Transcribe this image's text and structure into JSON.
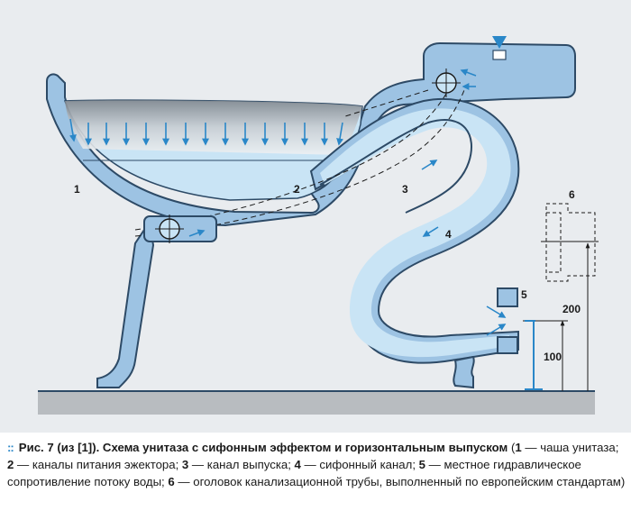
{
  "figure": {
    "labels": {
      "l1": "1",
      "l2": "2",
      "l3": "3",
      "l4": "4",
      "l5": "5",
      "l6": "6",
      "dim_200": "200",
      "dim_100": "100"
    },
    "colors": {
      "background": "#e9ecef",
      "ceramic_fill": "#9dc3e3",
      "ceramic_stroke": "#2d4a66",
      "water": "#c9e4f5",
      "flow_arrow": "#2a87c8",
      "floor": "#b8bcc0",
      "dimension_line": "#1a1a1a"
    }
  },
  "caption": {
    "bullet": "::",
    "title": "Рис. 7 (из [1]). Схема унитаза с сифонным эффектом и горизонтальным выпуском",
    "items": [
      {
        "num": "1",
        "text": " — чаша унитаза; "
      },
      {
        "num": "2",
        "text": " — каналы питания эжектора; "
      },
      {
        "num": "3",
        "text": " — канал выпуска; "
      },
      {
        "num": "4",
        "text": " — сифонный канал; "
      },
      {
        "num": "5",
        "text": " — местное гидравлическое сопротивление потоку воды; "
      },
      {
        "num": "6",
        "text": " — оголовок канализационной трубы, выполненный по европейским стандартам)"
      }
    ]
  }
}
